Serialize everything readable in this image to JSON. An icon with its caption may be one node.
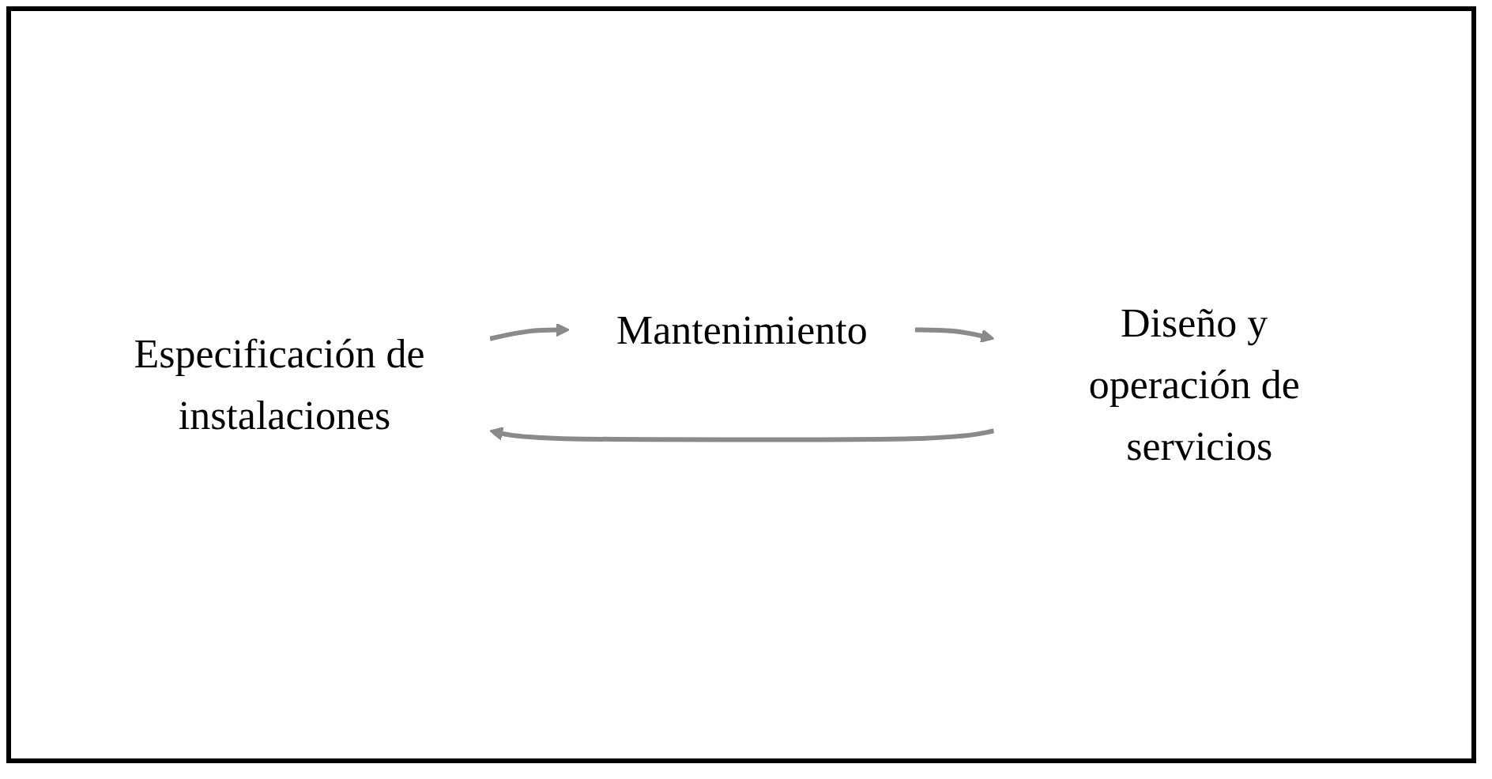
{
  "diagram": {
    "nodes": [
      {
        "text": [
          "Especificación de instalaciones"
        ]
      },
      {
        "text": [
          "Mantenimiento"
        ]
      },
      {
        "text": [
          "Diseño y operación de servicios"
        ]
      }
    ],
    "edges": [
      {
        "from": 0,
        "to": 1,
        "arrow": "to"
      },
      {
        "from": 1,
        "to": 2,
        "arrow": "to"
      },
      {
        "from": 2,
        "to": 0,
        "arrow": "to"
      }
    ]
  }
}
